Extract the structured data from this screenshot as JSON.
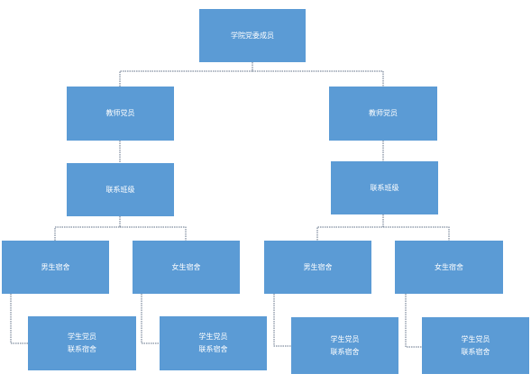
{
  "diagram": {
    "root": {
      "label": "学院党委成员"
    },
    "branches": [
      {
        "teacher": "教师党员",
        "liaison": "联系班级",
        "dorms": [
          {
            "dorm": "男生宿舍",
            "member": [
              "学生党员",
              "联系宿舍"
            ]
          },
          {
            "dorm": "女生宿舍",
            "member": [
              "学生党员",
              "联系宿舍"
            ]
          }
        ]
      },
      {
        "teacher": "教师党员",
        "liaison": "联系班级",
        "dorms": [
          {
            "dorm": "男生宿舍",
            "member": [
              "学生党员",
              "联系宿舍"
            ]
          },
          {
            "dorm": "女生宿舍",
            "member": [
              "学生党员",
              "联系宿舍"
            ]
          }
        ]
      }
    ],
    "colors": {
      "box": "#5b9bd5",
      "text": "#ffffff",
      "connector": "#5f6f86"
    }
  }
}
